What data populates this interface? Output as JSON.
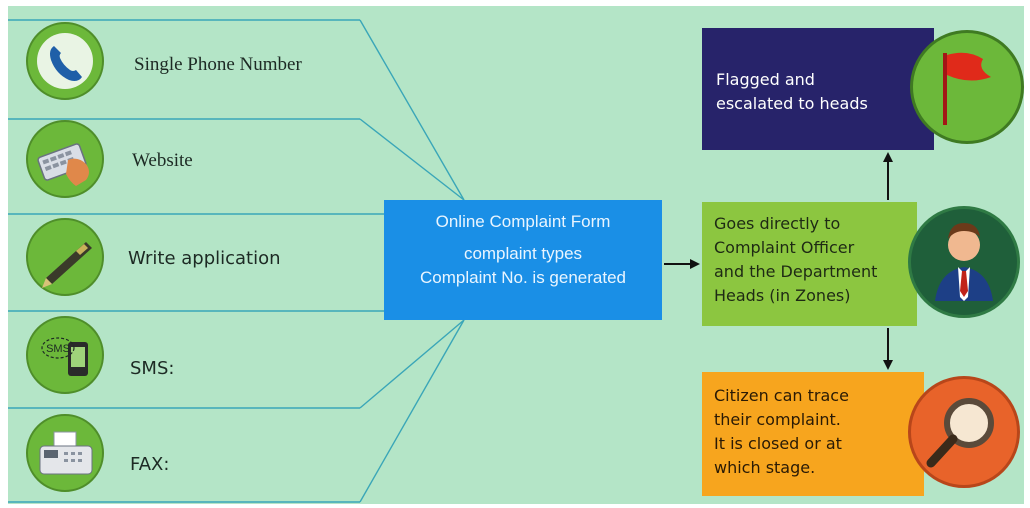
{
  "channels": [
    {
      "label": "Single Phone Number",
      "icon": "phone-icon"
    },
    {
      "label": "Website",
      "icon": "keyboard-hand-icon"
    },
    {
      "label": "Write application",
      "icon": "pen-icon"
    },
    {
      "label": "SMS:",
      "icon": "sms-phone-icon",
      "icon_text": "SMS"
    },
    {
      "label": "FAX:",
      "icon": "fax-machine-icon"
    }
  ],
  "center": {
    "line1": "Online Complaint Form",
    "line2": "complaint types",
    "line3": "Complaint No. is generated"
  },
  "flagged": {
    "lines": [
      "Flagged and",
      "escalated to heads"
    ],
    "icon": "red-flag-icon"
  },
  "officer": {
    "lines": [
      "Goes directly to",
      "Complaint Officer",
      "and the Department",
      "Heads (in Zones)"
    ],
    "icon": "officer-avatar-icon"
  },
  "trace": {
    "lines": [
      "Citizen can trace",
      "their complaint.",
      "It is closed or at",
      "which stage."
    ],
    "icon": "magnifier-icon"
  },
  "colors": {
    "background": "#b4e5c7",
    "channel_circle": "#6cb83a",
    "connector_line": "#3aa6b8",
    "center_box": "#1a8fe6",
    "flag_box": "#27236a",
    "officer_box": "#8cc640",
    "trace_box": "#f7a51e",
    "arrow": "#111111"
  }
}
